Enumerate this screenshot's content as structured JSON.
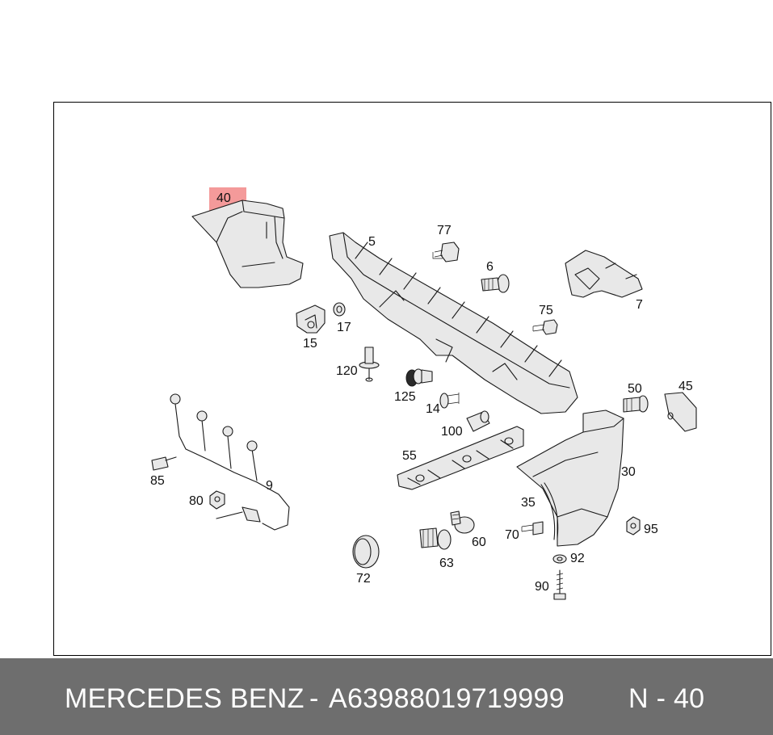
{
  "highlighted_part": "40",
  "part_labels": {
    "p40": "40",
    "p5": "5",
    "p77": "77",
    "p6": "6",
    "p7": "7",
    "p75": "75",
    "p17": "17",
    "p15": "15",
    "p120": "120",
    "p125": "125",
    "p14": "14",
    "p100": "100",
    "p55": "55",
    "p50": "50",
    "p45": "45",
    "p30": "30",
    "p35": "35",
    "p70": "70",
    "p95": "95",
    "p92": "92",
    "p90": "90",
    "p60": "60",
    "p63": "63",
    "p72": "72",
    "p85": "85",
    "p80": "80",
    "p9": "9"
  },
  "footer": {
    "brand": "MERCEDES BENZ",
    "separator": "-",
    "part_number": "A63988019719999",
    "position": "N - 40"
  },
  "colors": {
    "highlight": "#f07878",
    "footer_bg": "#6e6e6e",
    "footer_text": "#ffffff"
  }
}
